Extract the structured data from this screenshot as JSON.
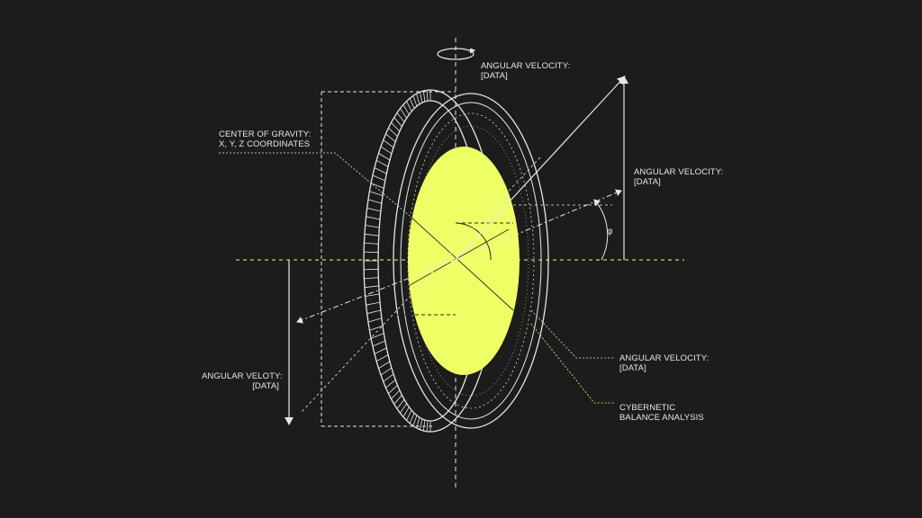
{
  "labels": {
    "top_right": {
      "line1": "ANGULAR VELOCITY:",
      "line2": "[DATA]"
    },
    "right": {
      "line1": "ANGULAR VELOCITY:",
      "line2": "[DATA]"
    },
    "bottom_right": {
      "line1": "ANGULAR VELOCITY:",
      "line2": "[DATA]"
    },
    "cybernetic": {
      "line1": "CYBERNETIC",
      "line2": "BALANCE ANALYSIS"
    },
    "center_gravity": {
      "line1": "CENTER OF GRAVITY:",
      "line2": "X, Y, Z COORDINATES"
    },
    "left": {
      "line1": "ANGULAR VELOTY:",
      "line2": "[DATA]"
    },
    "phi": "φ"
  },
  "colors": {
    "background": "#1c1c1c",
    "line": "#e6e6e6",
    "accent": "#eeff66",
    "dim_line": "#8a8a5a"
  },
  "icons": {
    "rotation": "rotation-arrow-icon"
  }
}
